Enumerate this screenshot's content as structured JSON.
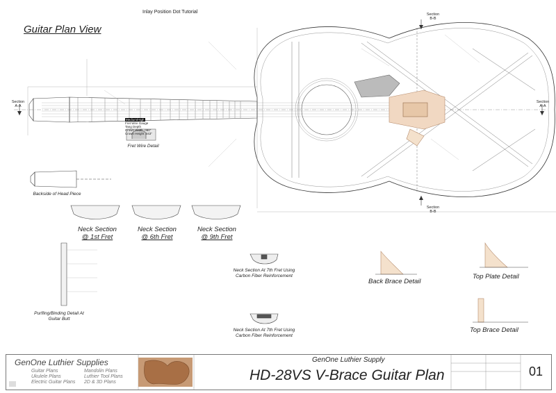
{
  "page": {
    "title": "Guitar Plan View",
    "fret_wire_detail": "Fret Wire Detail",
    "backside_head": "Backside of Head Piece",
    "neck_sections": [
      "Neck Section",
      "@ 1st Fret",
      "Neck Section",
      "@ 6th Fret",
      "Neck Section",
      "@ 9th Fret"
    ],
    "neck_section_7th_a": "Neck Section At 7th Fret Using Carbon Fiber Reinforcement",
    "neck_section_7th_b": "Neck Section At 7th Fret Using Carbon Fiber Reinforcement",
    "purfling_detail": "Purfling/Binding Detail At Guitar Butt",
    "back_brace_detail": "Back Brace Detail",
    "top_plate_detail": "Top Plate Detail",
    "top_brace_detail": "Top Brace Detail",
    "section_aa_left": "Section A-A",
    "section_aa_right": "Section A-A",
    "section_bb_top": "Section B-B",
    "section_bb_bottom": "Section B-B",
    "inlay_tutorial": "Inlay Position Dot Tutorial",
    "fret_legend": [
      "Medium/High",
      "Fret Wire Gauge",
      "Tang Depth",
      "Crown Width .080\"",
      "Crown Height .043\""
    ]
  },
  "title_block": {
    "brand": "GenOne Luthier Supplies",
    "list_left": [
      "Guitar Plans",
      "Ukulele Plans",
      "Electric Guitar Plans"
    ],
    "list_right": [
      "Mandolin Plans",
      "Luthier Tool Plans",
      "2D & 3D Plans"
    ],
    "supply": "GenOne Luthier Supply",
    "plan_title": "HD-28VS V-Brace Guitar Plan",
    "sheet_number": "01"
  }
}
